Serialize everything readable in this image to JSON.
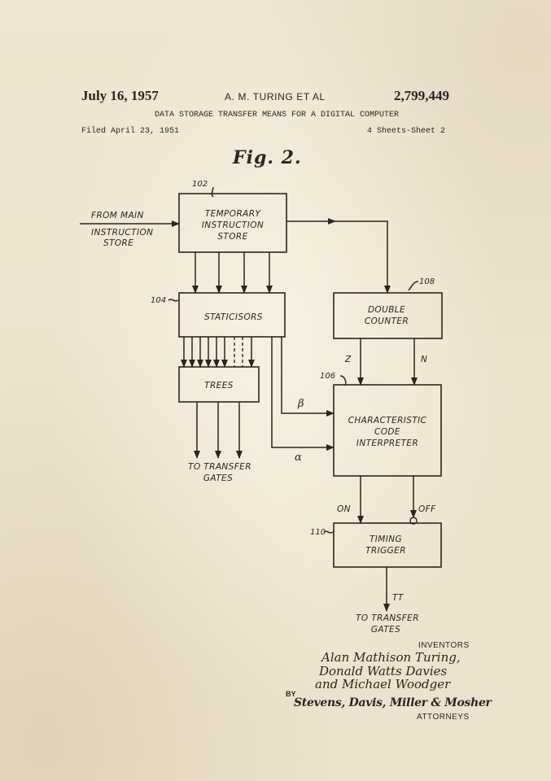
{
  "header": {
    "date": "July 16, 1957",
    "inventors": "A. M. TURING  ET AL",
    "patent_number": "2,799,449",
    "title": "DATA STORAGE TRANSFER MEANS FOR A DIGITAL COMPUTER",
    "filed": "Filed April 23, 1951",
    "sheet": "4 Sheets-Sheet 2"
  },
  "figure": {
    "label": "Fig. 2.",
    "input": {
      "line1": "FROM MAIN",
      "line2": "INSTRUCTION",
      "line3": "STORE"
    },
    "blocks": {
      "temp_store": {
        "ref": "102",
        "line1": "TEMPORARY",
        "line2": "INSTRUCTION",
        "line3": "STORE"
      },
      "staticisors": {
        "ref": "104",
        "line1": "STATICISORS"
      },
      "trees": {
        "line1": "TREES"
      },
      "double_counter": {
        "ref": "108",
        "line1": "DOUBLE",
        "line2": "COUNTER"
      },
      "interpreter": {
        "ref": "106",
        "line1": "CHARACTERISTIC",
        "line2": "CODE",
        "line3": "INTERPRETER"
      },
      "timing_trigger": {
        "ref": "110",
        "line1": "TIMING",
        "line2": "TRIGGER"
      }
    },
    "signals": {
      "z": "Z",
      "n": "N",
      "beta": "β",
      "alpha": "α",
      "on": "ON",
      "off": "OFF",
      "tt": "TT"
    },
    "outputs": {
      "trees_out": {
        "line1": "TO TRANSFER",
        "line2": "GATES"
      },
      "trigger_out": {
        "line1": "TO TRANSFER",
        "line2": "GATES"
      }
    }
  },
  "signature": {
    "inventors_label": "INVENTORS",
    "name1": "Alan Mathison Turing,",
    "name2": "Donald Watts Davies",
    "name3": "and Michael Woodger",
    "by": "BY",
    "firm": "Stevens, Davis, Miller & Mosher",
    "attorneys_label": "ATTORNEYS"
  }
}
